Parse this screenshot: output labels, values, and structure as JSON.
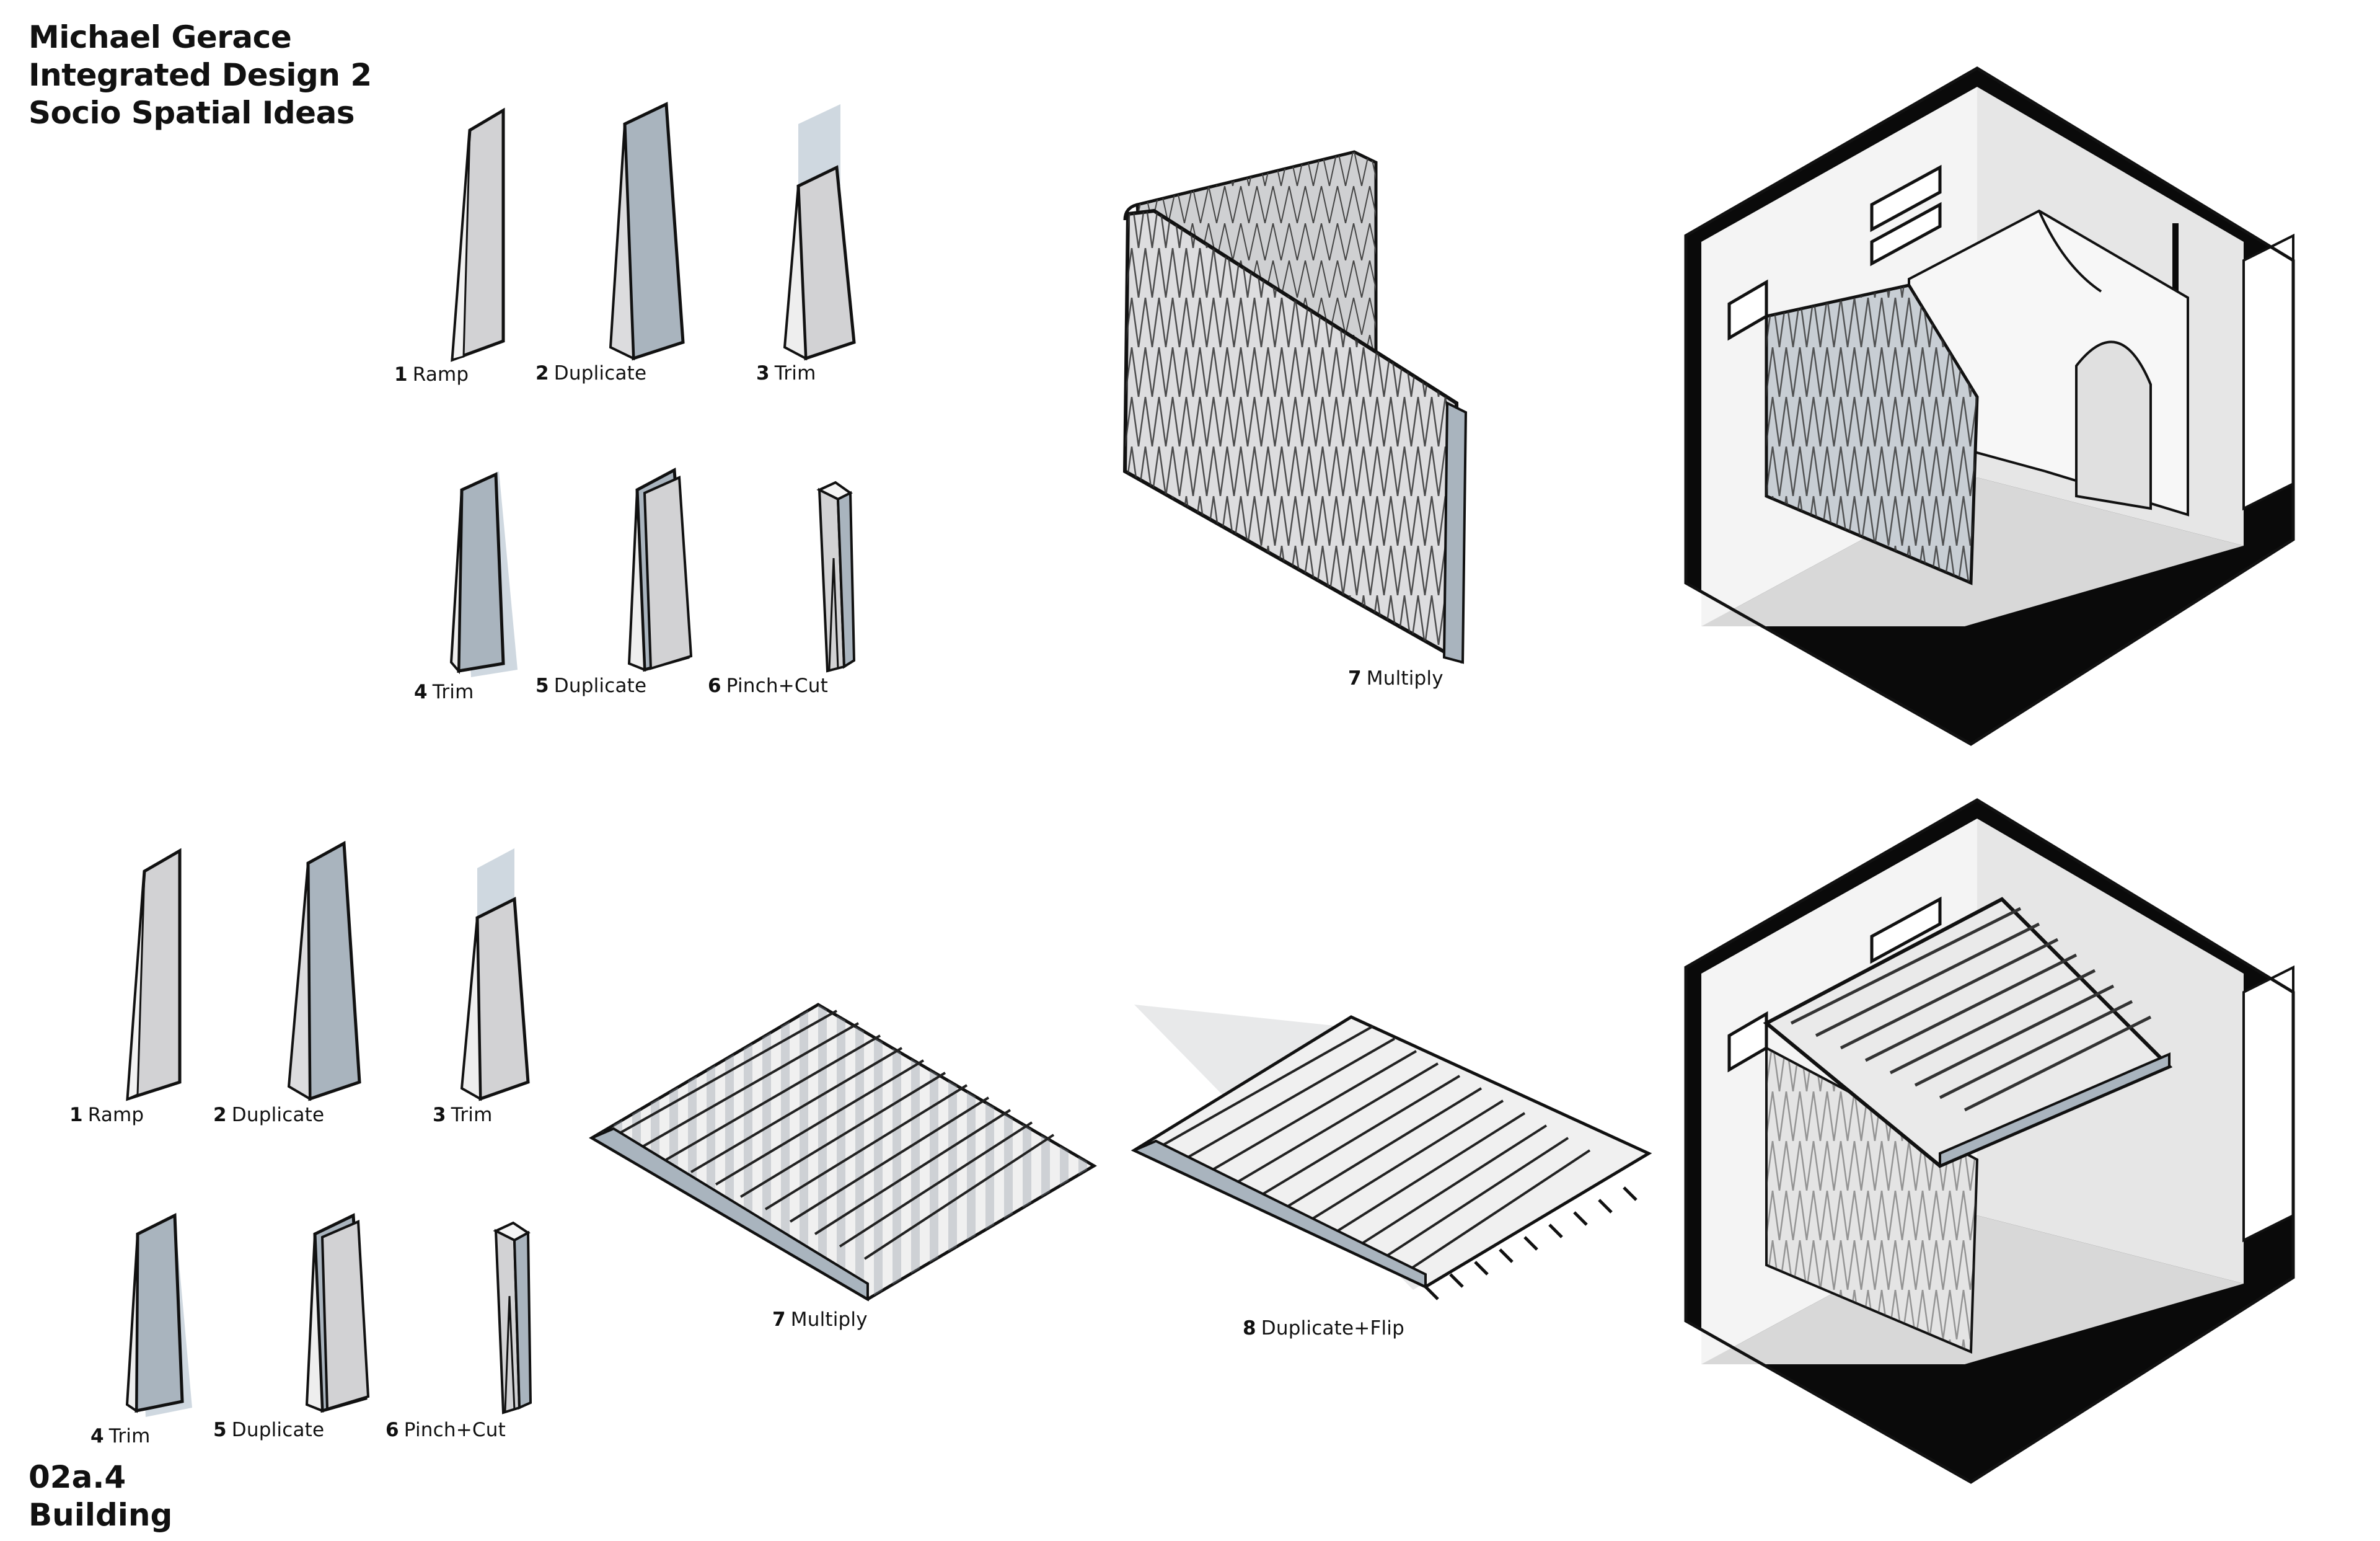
{
  "header": {
    "lines": [
      "Michael Gerace",
      "Integrated Design 2",
      "Socio Spatial Ideas"
    ]
  },
  "section": {
    "lines": [
      "02a.4",
      "Building"
    ]
  },
  "row1": {
    "steps": [
      {
        "num": "1",
        "label": "Ramp"
      },
      {
        "num": "2",
        "label": "Duplicate"
      },
      {
        "num": "3",
        "label": "Trim"
      },
      {
        "num": "4",
        "label": "Trim"
      },
      {
        "num": "5",
        "label": "Duplicate"
      },
      {
        "num": "6",
        "label": "Pinch+Cut"
      },
      {
        "num": "7",
        "label": "Multiply"
      }
    ]
  },
  "row2": {
    "steps": [
      {
        "num": "1",
        "label": "Ramp"
      },
      {
        "num": "2",
        "label": "Duplicate"
      },
      {
        "num": "3",
        "label": "Trim"
      },
      {
        "num": "4",
        "label": "Trim"
      },
      {
        "num": "5",
        "label": "Duplicate"
      },
      {
        "num": "6",
        "label": "Pinch+Cut"
      },
      {
        "num": "7",
        "label": "Multiply"
      },
      {
        "num": "8",
        "label": "Duplicate+Flip"
      }
    ]
  },
  "colors": {
    "ink": "#111111",
    "panel_light": "#d2d2d4",
    "panel_blue": "#a9b4be",
    "ghost_blue": "#c3ced8",
    "room_black": "#0a0a0a",
    "room_white": "#f4f4f4"
  }
}
